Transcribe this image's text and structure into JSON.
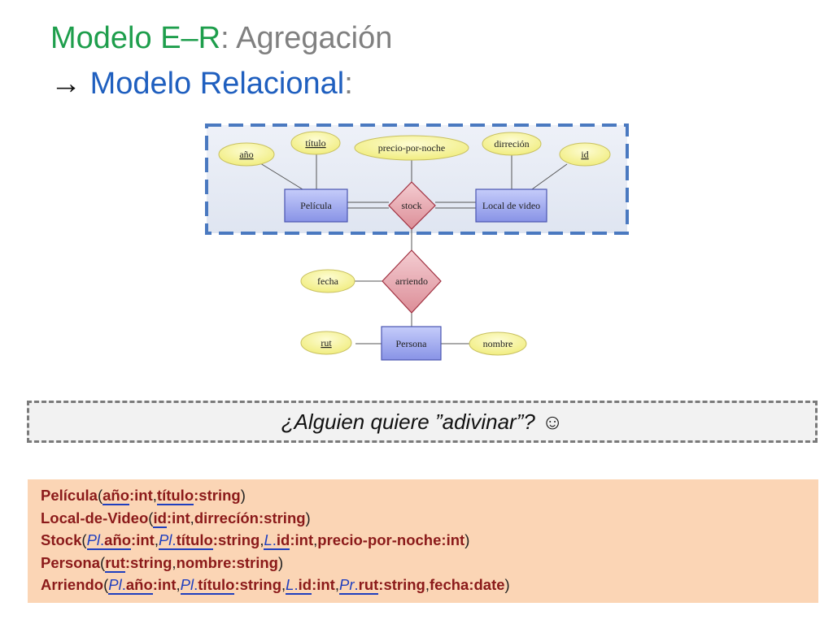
{
  "title": {
    "line1_green": "Modelo E–R",
    "line1_grey": ": Agregación",
    "line2_arrow": "→ ",
    "line2_blue": "Modelo Relacional",
    "line2_grey": ":"
  },
  "diagram": {
    "entities": {
      "pelicula": "Película",
      "local": "Local de video",
      "persona": "Persona"
    },
    "relationships": {
      "stock": "stock",
      "arriendo": "arriendo"
    },
    "attributes": {
      "anio": "año",
      "titulo": "título",
      "precio": "precio-por-noche",
      "direccion": "dirreción",
      "id": "id",
      "fecha": "fecha",
      "rut": "rut",
      "nombre": "nombre"
    }
  },
  "question": {
    "text": "¿Alguien quiere ”adivinar”?",
    "smiley": "☺"
  },
  "schema": {
    "relations": [
      {
        "name": "Película",
        "attrs": [
          {
            "prefix": "",
            "name": "año",
            "type": "int",
            "pk": true
          },
          {
            "prefix": "",
            "name": "título",
            "type": "string",
            "pk": true
          }
        ]
      },
      {
        "name": "Local-de-Video",
        "attrs": [
          {
            "prefix": "",
            "name": "id",
            "type": "int",
            "pk": true
          },
          {
            "prefix": "",
            "name": "dirrecíón",
            "type": "string",
            "pk": false
          }
        ]
      },
      {
        "name": "Stock",
        "attrs": [
          {
            "prefix": "Pl.",
            "name": "año",
            "type": "int",
            "pk": true
          },
          {
            "prefix": "Pl.",
            "name": "título",
            "type": "string",
            "pk": true
          },
          {
            "prefix": "L.",
            "name": "id",
            "type": "int",
            "pk": true
          },
          {
            "prefix": "",
            "name": "precio-por-noche",
            "type": "int",
            "pk": false
          }
        ]
      },
      {
        "name": "Persona",
        "attrs": [
          {
            "prefix": "",
            "name": "rut",
            "type": "string",
            "pk": true
          },
          {
            "prefix": "",
            "name": "nombre",
            "type": "string",
            "pk": false
          }
        ]
      },
      {
        "name": "Arriendo",
        "attrs": [
          {
            "prefix": "Pl.",
            "name": "año",
            "type": "int",
            "pk": true
          },
          {
            "prefix": "Pl.",
            "name": "título",
            "type": "string",
            "pk": true
          },
          {
            "prefix": "L.",
            "name": "id",
            "type": "int",
            "pk": true
          },
          {
            "prefix": "Pr.",
            "name": "rut",
            "type": "string",
            "pk": true
          },
          {
            "prefix": "",
            "name": "fecha",
            "type": "date",
            "pk": false
          }
        ]
      }
    ]
  },
  "colors": {
    "entity_fill": "#9aa6ee",
    "relationship_fill": "#e8a8b0",
    "attribute_fill": "#f7f49a",
    "aggregation_border": "#4a79c0",
    "schema_background": "#fbd5b5"
  }
}
